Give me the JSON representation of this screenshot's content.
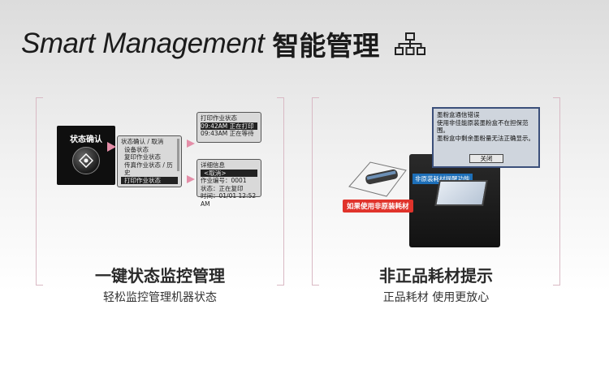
{
  "header": {
    "title_en": "Smart Management",
    "title_cn": "智能管理",
    "icon": "hierarchy-icon"
  },
  "left_panel": {
    "button_label": "状态确认",
    "menu_lines": [
      "状态确认 / 取消",
      "设备状态",
      "复印作业状态",
      "传真作业状态 / 历史",
      "打印作业状态"
    ],
    "print_status_lines": [
      "打印作业状态",
      "09:42AM 正在打印",
      "09:43AM 正在等待"
    ],
    "detail_lines": [
      "详细信息",
      "<取消>",
      "作业编号：0001",
      "状态：正在复印",
      "时间：01/01 12:52 AM"
    ],
    "title": "一键状态监控管理",
    "subtitle": "轻松监控管理机器状态"
  },
  "right_panel": {
    "dialog_lines": [
      "墨粉盒通信错误",
      "使用非佳能原装墨粉盒不在担保范围。",
      "墨粉盒中剩余墨粉量无法正确显示。"
    ],
    "dialog_button": "关闭",
    "printer_label": "非原装耗材提醒功能",
    "warning_label": "如果使用非原装耗材",
    "title": "非正品耗材提示",
    "subtitle": "正品耗材 使用更放心"
  },
  "colors": {
    "bracket": "#d9b9c4",
    "arrow": "#e48ea8",
    "warning": "#e0332b",
    "printer_label_bg": "#1d6fb8"
  }
}
